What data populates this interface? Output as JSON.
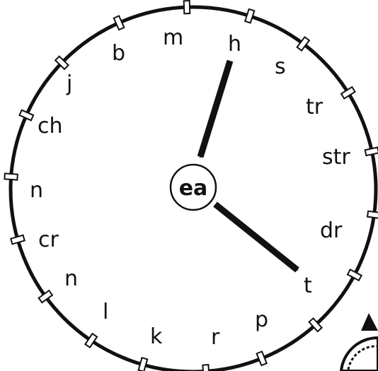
{
  "wheel": {
    "center_label": "ea",
    "letters": [
      "h",
      "s",
      "tr",
      "str",
      "dr",
      "t",
      "p",
      "r",
      "k",
      "l",
      "n",
      "cr",
      "n",
      "ch",
      "j",
      "b",
      "m"
    ],
    "ink_color": "#111111",
    "background": "#ffffff"
  },
  "hands": {
    "hand_1_points_to": "center from h",
    "hand_2_points_to": "t"
  }
}
